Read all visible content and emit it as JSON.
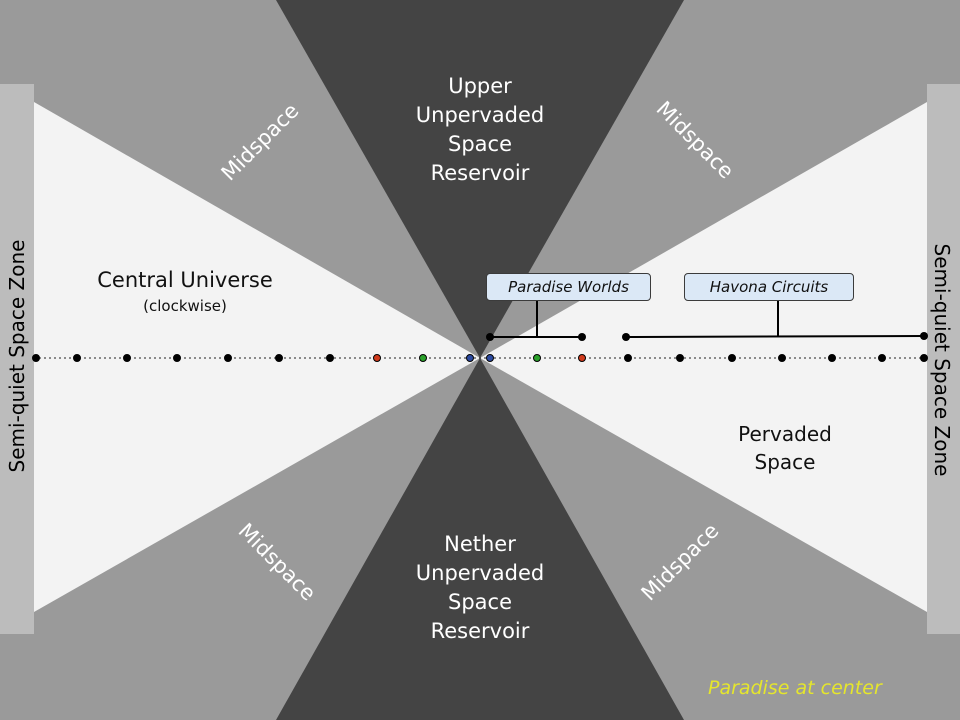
{
  "colors": {
    "reservoir": "#444444",
    "midspace": "#9a9a9a",
    "pervaded": "#f3f3f3",
    "semi_quiet": "#bcbcbc",
    "callout_fill": "#dbe8f6",
    "accent_yellow": "#e5e62c",
    "dot_red": "#d03a1c",
    "dot_green": "#2aa02a",
    "dot_blue": "#2c4aa0"
  },
  "labels": {
    "upper_reservoir": [
      "Upper",
      "Unpervaded",
      "Space",
      "Reservoir"
    ],
    "nether_reservoir": [
      "Nether",
      "Unpervaded",
      "Space",
      "Reservoir"
    ],
    "midspace": "Midspace",
    "semi_quiet": "Semi-quiet Space Zone",
    "central_universe": "Central Universe",
    "central_universe_note": "(clockwise)",
    "pervaded_space": [
      "Pervaded",
      "Space"
    ],
    "paradise_worlds": "Paradise Worlds",
    "havona_circuits": "Havona Circuits",
    "paradise_center": "Paradise at center"
  }
}
